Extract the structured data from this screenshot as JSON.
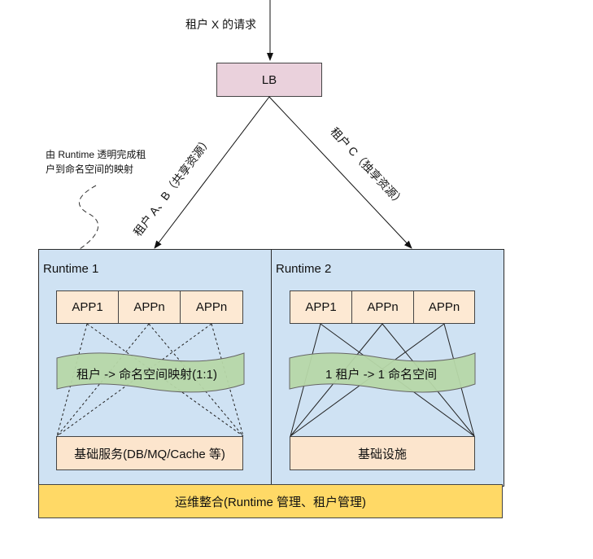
{
  "request_label": "租户 X 的请求",
  "lb": {
    "label": "LB"
  },
  "edges": {
    "left_label": "租户 A、B（共享资源）",
    "right_label": "租户 C（独享资源）"
  },
  "annotation": {
    "line1": "由 Runtime 透明完成租",
    "line2": "户到命名空间的映射"
  },
  "runtime1": {
    "title": "Runtime 1",
    "apps": [
      "APP1",
      "APPn",
      "APPn"
    ],
    "mapping": "租户 -> 命名空间映射(1:1)",
    "infra": "基础服务(DB/MQ/Cache 等)"
  },
  "runtime2": {
    "title": "Runtime 2",
    "apps": [
      "APP1",
      "APPn",
      "APPn"
    ],
    "mapping": "1 租户 -> 1 命名空间",
    "infra": "基础设施"
  },
  "ops": {
    "label": "运维整合(Runtime 管理、租户管理)"
  },
  "colors": {
    "runtime_bg": "#cfe2f3",
    "app_bg": "#fde9d3",
    "lb_bg": "#ead1dc",
    "ops_bg": "#ffd966",
    "banner_bg": "#b6d7a8"
  }
}
